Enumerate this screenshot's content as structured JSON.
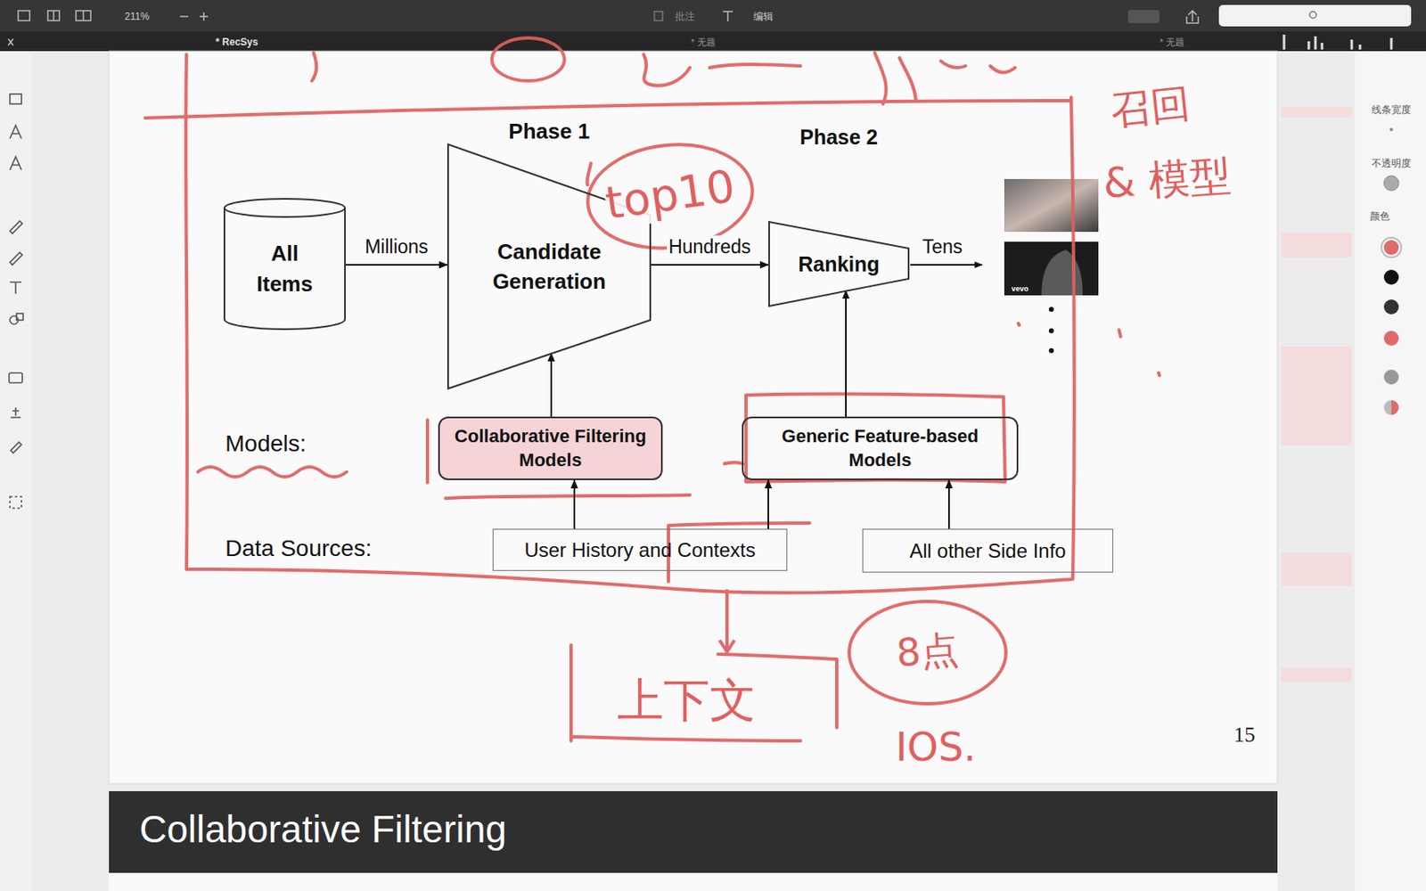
{
  "diagram": {
    "nodes": [
      {
        "text": [
          "All Items"
        ]
      },
      {
        "text": [
          "Phase 1",
          "Candidate Generation"
        ]
      },
      {
        "text": [
          "Phase 2",
          "Ranking"
        ]
      },
      {
        "text": [
          "Collaborative Filtering Models"
        ]
      },
      {
        "text": [
          "Generic Feature-based Models"
        ]
      },
      {
        "text": [
          "User History and Contexts"
        ]
      },
      {
        "text": [
          "All other Side Info"
        ]
      }
    ],
    "edges": [
      {
        "from": 0,
        "to": 1,
        "label": "Millions",
        "arrow": "to"
      },
      {
        "from": 1,
        "to": 2,
        "label": "Hundreds",
        "arrow": "to"
      },
      {
        "from": 3,
        "to": 1,
        "arrow": "to"
      },
      {
        "from": 4,
        "to": 2,
        "arrow": "to"
      },
      {
        "from": 5,
        "to": 3,
        "arrow": "to"
      },
      {
        "from": 5,
        "to": 4,
        "arrow": "to"
      },
      {
        "from": 6,
        "to": 4,
        "arrow": "to"
      }
    ],
    "labels": [
      "211%",
      "批注",
      "编辑",
      "* RecSys",
      "* 无题",
      "* 无题",
      "线条宽度",
      "不透明度",
      "颜色",
      "Models:",
      "Data Sources:",
      "Tens",
      "vevo",
      "top10",
      "召回",
      "& 模型",
      "上下文",
      "8点",
      "IOS.",
      "15",
      "Collaborative Filtering"
    ]
  }
}
